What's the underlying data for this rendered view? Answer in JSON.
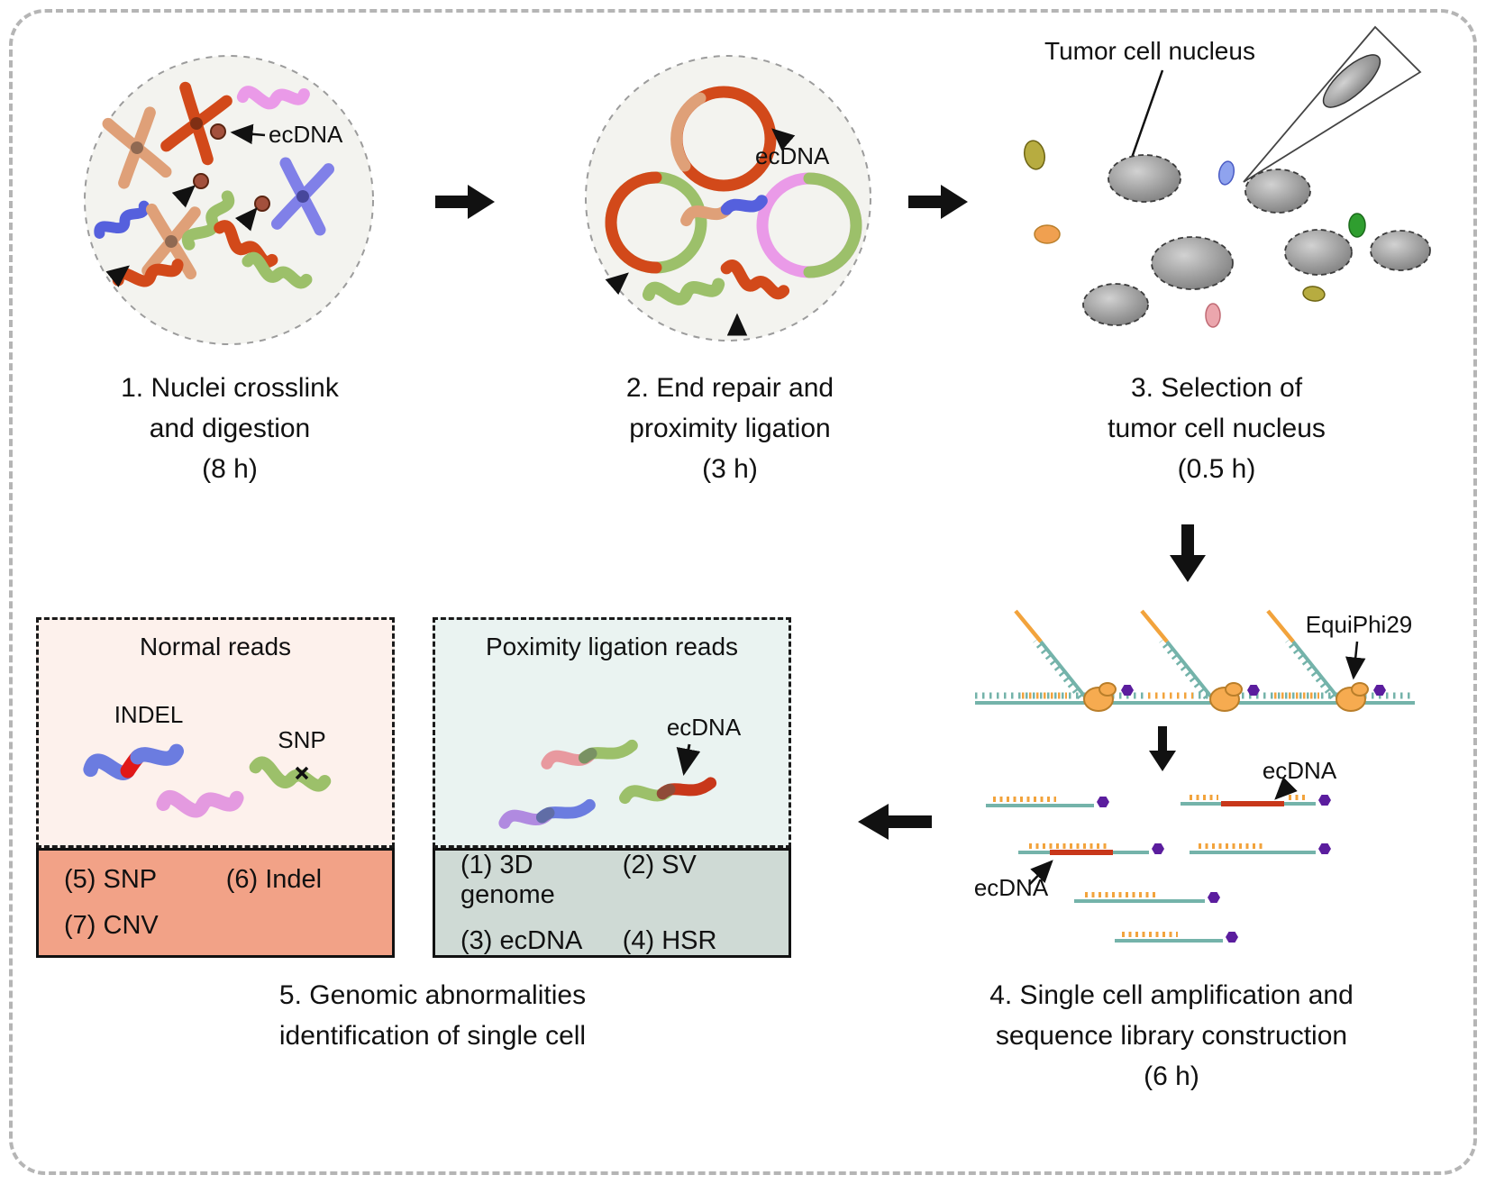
{
  "workflow": {
    "step1": {
      "ecdna_label": "ecDNA",
      "caption": [
        "1. Nuclei crosslink",
        "and digestion",
        "(8 h)"
      ]
    },
    "step2": {
      "ecdna_label": "ecDNA",
      "caption": [
        "2. End repair and",
        "proximity ligation",
        "(3 h)"
      ]
    },
    "step3": {
      "pointer_label": "Tumor cell nucleus",
      "caption": [
        "3. Selection of",
        "tumor cell nucleus",
        "(0.5 h)"
      ]
    },
    "step4": {
      "enzyme_label": "EquiPhi29",
      "ecdna_label_top": "ecDNA",
      "ecdna_label_left": "ecDNA",
      "caption": [
        "4. Single cell amplification and",
        "sequence library construction",
        "(6 h)"
      ]
    },
    "step5": {
      "caption": [
        "5. Genomic abnormalities",
        "identification of single cell"
      ],
      "normal_reads": {
        "title": "Normal reads",
        "indel_label": "INDEL",
        "snp_label": "SNP",
        "legend": [
          "(5) SNP",
          "(6) Indel",
          "(7) CNV"
        ]
      },
      "ligation_reads": {
        "title": "Poximity ligation reads",
        "ecdna_label": "ecDNA",
        "legend": [
          "(1) 3D genome",
          "(2) SV",
          "(3) ecDNA",
          "(4) HSR"
        ]
      }
    }
  },
  "colors": {
    "ecdna_red": "#c8371a",
    "chromosome_orange": "#dfa078",
    "chromosome_green": "#9cc06a",
    "chromosome_blue": "#6b7ce0",
    "chromosome_violet": "#ea9ae8",
    "strand_teal": "#74b3aa",
    "primer_orange": "#f2a33c",
    "enzyme_orange": "#f6ab50",
    "hexagon_purple": "#5b1d9e",
    "normal_panel_bg": "#fdf1ec",
    "normal_legend_bg": "#f2a287",
    "ligation_panel_bg": "#eaf3f1",
    "ligation_legend_bg": "#cfdad5"
  }
}
